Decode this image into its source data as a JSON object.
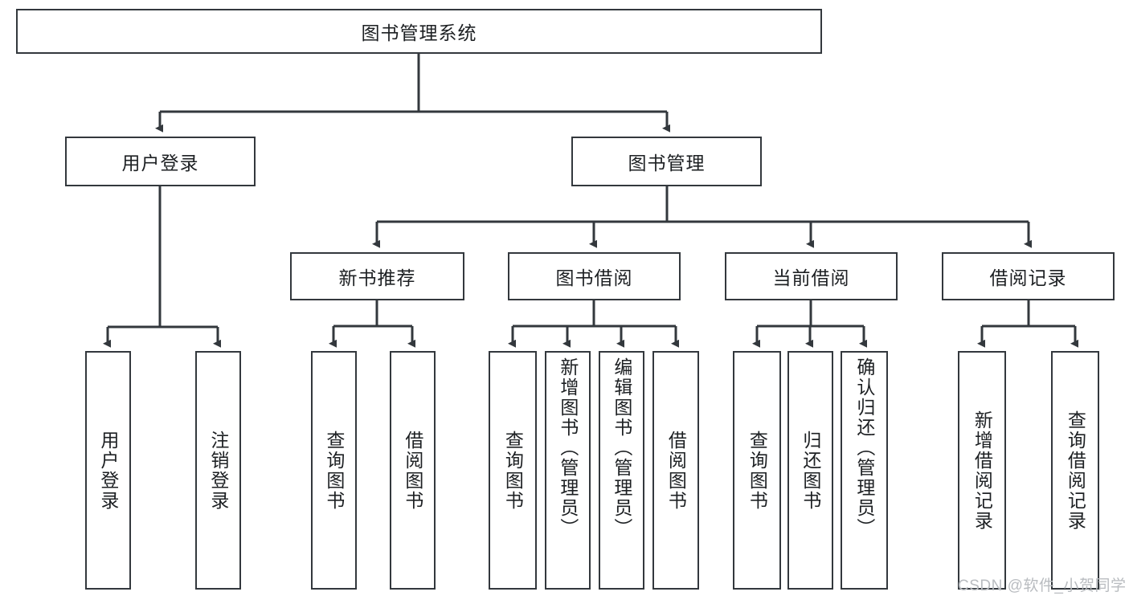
{
  "diagram": {
    "type": "tree-hierarchy-chart",
    "title_box": {
      "label": "图书管理系统"
    },
    "level2": [
      {
        "id": "user-login",
        "label": "用户登录"
      },
      {
        "id": "book-management",
        "label": "图书管理"
      }
    ],
    "level3": [
      {
        "id": "new-book-recommend",
        "label": "新书推荐"
      },
      {
        "id": "book-borrow",
        "label": "图书借阅"
      },
      {
        "id": "current-borrow",
        "label": "当前借阅"
      },
      {
        "id": "borrow-record",
        "label": "借阅记录"
      }
    ],
    "leaves": {
      "user_login": [
        {
          "id": "leaf-user-login",
          "label": "用户登录"
        },
        {
          "id": "leaf-user-logout",
          "label": "注销登录"
        }
      ],
      "new_book_recommend": [
        {
          "id": "leaf-query-book-1",
          "label": "查询图书"
        },
        {
          "id": "leaf-borrow-book-1",
          "label": "借阅图书"
        }
      ],
      "book_borrow": [
        {
          "id": "leaf-query-book-2",
          "label": "查询图书"
        },
        {
          "id": "leaf-add-book",
          "label": "新增图书（管理员）"
        },
        {
          "id": "leaf-edit-book",
          "label": "编辑图书（管理员）"
        },
        {
          "id": "leaf-borrow-book-2",
          "label": "借阅图书"
        }
      ],
      "current_borrow": [
        {
          "id": "leaf-query-book-3",
          "label": "查询图书"
        },
        {
          "id": "leaf-return-book",
          "label": "归还图书"
        },
        {
          "id": "leaf-confirm-return",
          "label": "确认归还（管理员）"
        }
      ],
      "borrow_record": [
        {
          "id": "leaf-add-record",
          "label": "新增借阅记录"
        },
        {
          "id": "leaf-query-record",
          "label": "查询借阅记录"
        }
      ]
    }
  },
  "watermark": {
    "text": "CSDN @软件_小贺同学"
  },
  "colors": {
    "box_border": "#33383d",
    "box_fill": "#ffffff",
    "edge": "#33383d",
    "text": "#1d2023",
    "watermark": "#b9bcc0",
    "background": "#ffffff"
  }
}
